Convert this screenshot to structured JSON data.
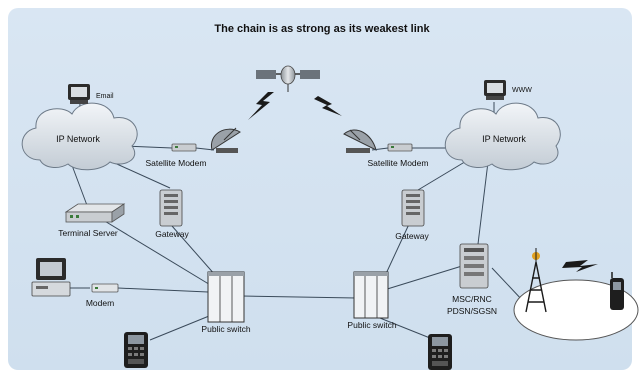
{
  "title": "The chain is as strong as its weakest link",
  "labels": {
    "email": "Email",
    "www": "WWW",
    "ip_network_left": "IP Network",
    "ip_network_right": "IP Network",
    "satellite_modem_left": "Satellite Modem",
    "satellite_modem_right": "Satellite Modem",
    "terminal_server": "Terminal Server",
    "gateway_left": "Gateway",
    "gateway_right": "Gateway",
    "modem": "Modem",
    "public_switch_left": "Public switch",
    "public_switch_right": "Public switch",
    "msc_rnc": "MSC/RNC",
    "pdsn_sgsn": "PDSN/SGSN"
  },
  "colors": {
    "panel_background": "#d6e4f2",
    "outer_background": "#ffffff",
    "link_line": "#3a4a5a",
    "cloud_fill": "#e2e8ee",
    "equipment_fill": "#c9cdd1",
    "lightning": "#1a1a1a"
  }
}
